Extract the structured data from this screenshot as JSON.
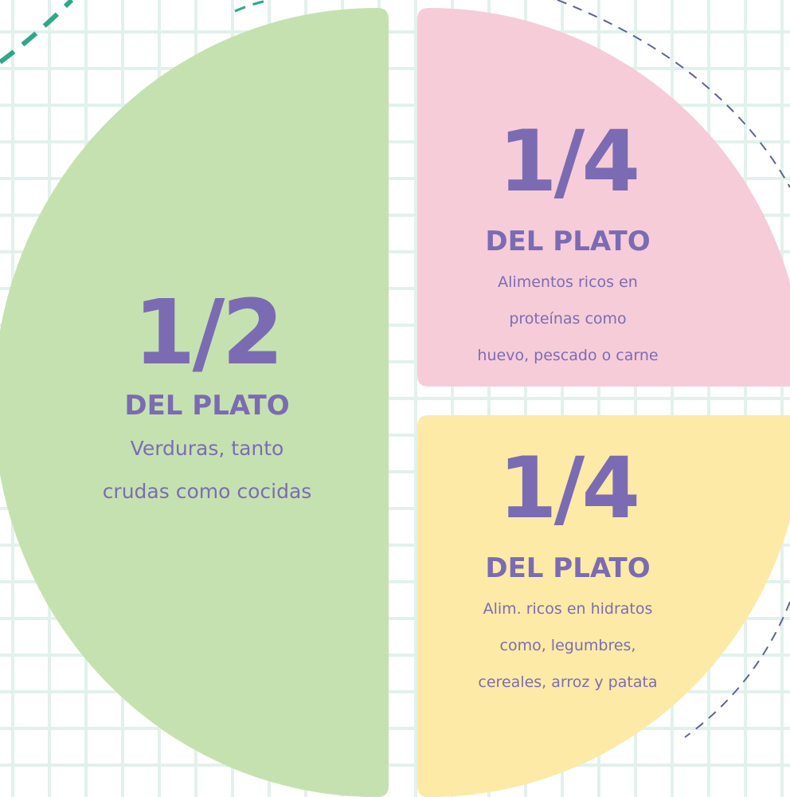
{
  "colors": {
    "vegetables": "#c6e1b0",
    "proteins": "#f6ccd9",
    "carbs": "#fdeaa6",
    "text": "#7b6db4",
    "grid": "#e3f1ec",
    "dash_teal": "#2fa88a",
    "dash_navy": "#5b6594"
  },
  "sections": {
    "vegetables": {
      "fraction": "1/2",
      "plate_label": "DEL PLATO",
      "description_lines": [
        "Verduras, tanto",
        "crudas como cocidas"
      ]
    },
    "proteins": {
      "fraction": "1/4",
      "plate_label": "DEL PLATO",
      "description_lines": [
        "Alimentos ricos en",
        "proteínas como",
        "huevo, pescado o carne"
      ]
    },
    "carbs": {
      "fraction": "1/4",
      "plate_label": "DEL PLATO",
      "description_lines": [
        "Alim. ricos en hidratos",
        "como, legumbres,",
        "cereales, arroz y patata"
      ]
    }
  }
}
